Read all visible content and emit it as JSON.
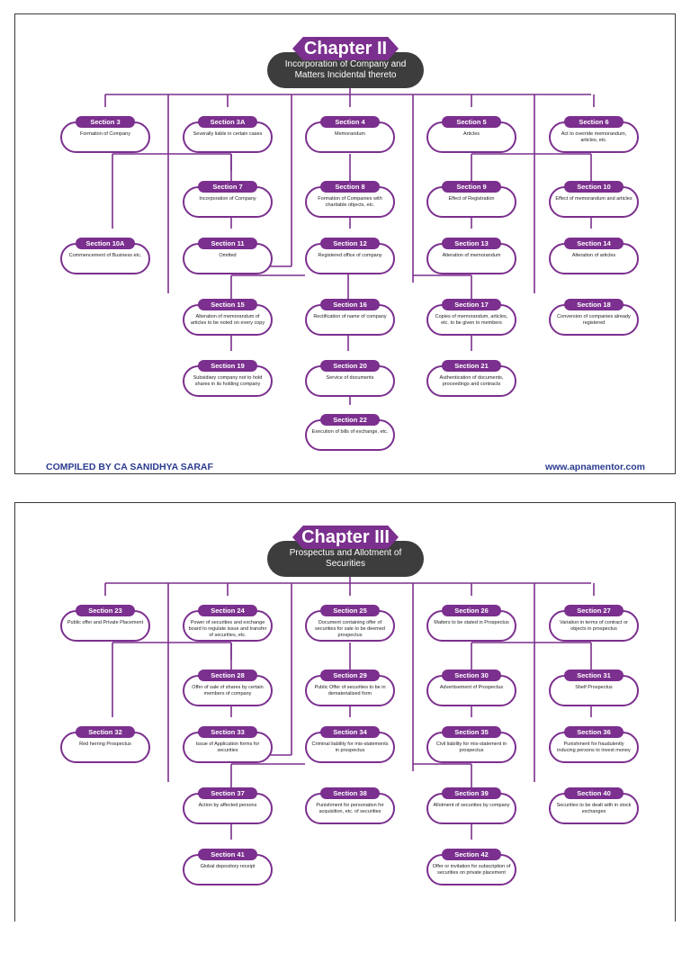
{
  "pages": [
    {
      "chapter": "Chapter II",
      "subtitle": "Incorporation of Company and Matters Incidental thereto",
      "sections": [
        {
          "label": "Section 3",
          "desc": "Formation of Company"
        },
        {
          "label": "Section 3A",
          "desc": "Severally liable in certain cases"
        },
        {
          "label": "Section 4",
          "desc": "Memorandum"
        },
        {
          "label": "Section 5",
          "desc": "Articles"
        },
        {
          "label": "Section 6",
          "desc": "Act to override memorandum, articles, etc."
        },
        {
          "label": "Section 7",
          "desc": "Incorporation of Company"
        },
        {
          "label": "Section 8",
          "desc": "Formation of Companies with charitable objects, etc."
        },
        {
          "label": "Section 9",
          "desc": "Effect of Registration"
        },
        {
          "label": "Section 10",
          "desc": "Effect of memorandum and articles"
        },
        {
          "label": "Section 10A",
          "desc": "Commencement of Business etc."
        },
        {
          "label": "Section 11",
          "desc": "Omitted"
        },
        {
          "label": "Section 12",
          "desc": "Registered office of company"
        },
        {
          "label": "Section 13",
          "desc": "Alteration of memorandum"
        },
        {
          "label": "Section 14",
          "desc": "Alteration of articles"
        },
        {
          "label": "Section 15",
          "desc": "Alteration of memorandum of articles to be noted on every copy"
        },
        {
          "label": "Section 16",
          "desc": "Rectification of name of company"
        },
        {
          "label": "Section 17",
          "desc": "Copies of memorandum, articles, etc. to be given to members"
        },
        {
          "label": "Section 18",
          "desc": "Conversion of companies already registered"
        },
        {
          "label": "Section 19",
          "desc": "Subsidiary company not to hold shares in its holding company"
        },
        {
          "label": "Section 20",
          "desc": "Service of documents"
        },
        {
          "label": "Section 21",
          "desc": "Authentication of documents, proceedings and contracts"
        },
        {
          "label": "Section 22",
          "desc": "Execution of bills of exchange, etc."
        }
      ]
    },
    {
      "chapter": "Chapter III",
      "subtitle": "Prospectus and Allotment of Securities",
      "sections": [
        {
          "label": "Section 23",
          "desc": "Public offer and Private Placement"
        },
        {
          "label": "Section 24",
          "desc": "Power of securities and exchange board to regulate issue and transfer of securities, etc."
        },
        {
          "label": "Section 25",
          "desc": "Document containing offer of securities for sale to be deemed prospectus"
        },
        {
          "label": "Section 26",
          "desc": "Matters to be stated in Prospectus"
        },
        {
          "label": "Section 27",
          "desc": "Variation in terms of contract or objects in prospectus"
        },
        {
          "label": "Section 28",
          "desc": "Offer of sale of shares by certain members of company"
        },
        {
          "label": "Section 29",
          "desc": "Public Offer of securities to be in dematerialised form"
        },
        {
          "label": "Section 30",
          "desc": "Advertisement of Prospectus"
        },
        {
          "label": "Section 31",
          "desc": "Shelf Prospectus"
        },
        {
          "label": "Section 32",
          "desc": "Red herring Prospectus"
        },
        {
          "label": "Section 33",
          "desc": "Issue of Application forms for securities"
        },
        {
          "label": "Section 34",
          "desc": "Criminal liability for mis-statements in prospectus"
        },
        {
          "label": "Section 35",
          "desc": "Civil liability for mis-statement in prospectus"
        },
        {
          "label": "Section 36",
          "desc": "Punishment for fraudulently inducing persons to invest money"
        },
        {
          "label": "Section 37",
          "desc": "Action by affected persons"
        },
        {
          "label": "Section 38",
          "desc": "Punishment for personation for acquisition, etc. of securities"
        },
        {
          "label": "Section 39",
          "desc": "Allotment of securities by company"
        },
        {
          "label": "Section 40",
          "desc": "Securities to be dealt with in stock exchanges"
        },
        {
          "label": "Section 41",
          "desc": "Global depository receipt"
        },
        {
          "label": "Section 42",
          "desc": "Offer or invitation for subscription of securities on private placement"
        }
      ]
    }
  ],
  "footer": {
    "left": "COMPILED BY CA SANIDHYA SARAF",
    "right": "www.apnamentor.com"
  },
  "colors": {
    "accent": "#7b2f8e",
    "banner": "#3d3d3d",
    "footer": "#2a3b8f"
  }
}
